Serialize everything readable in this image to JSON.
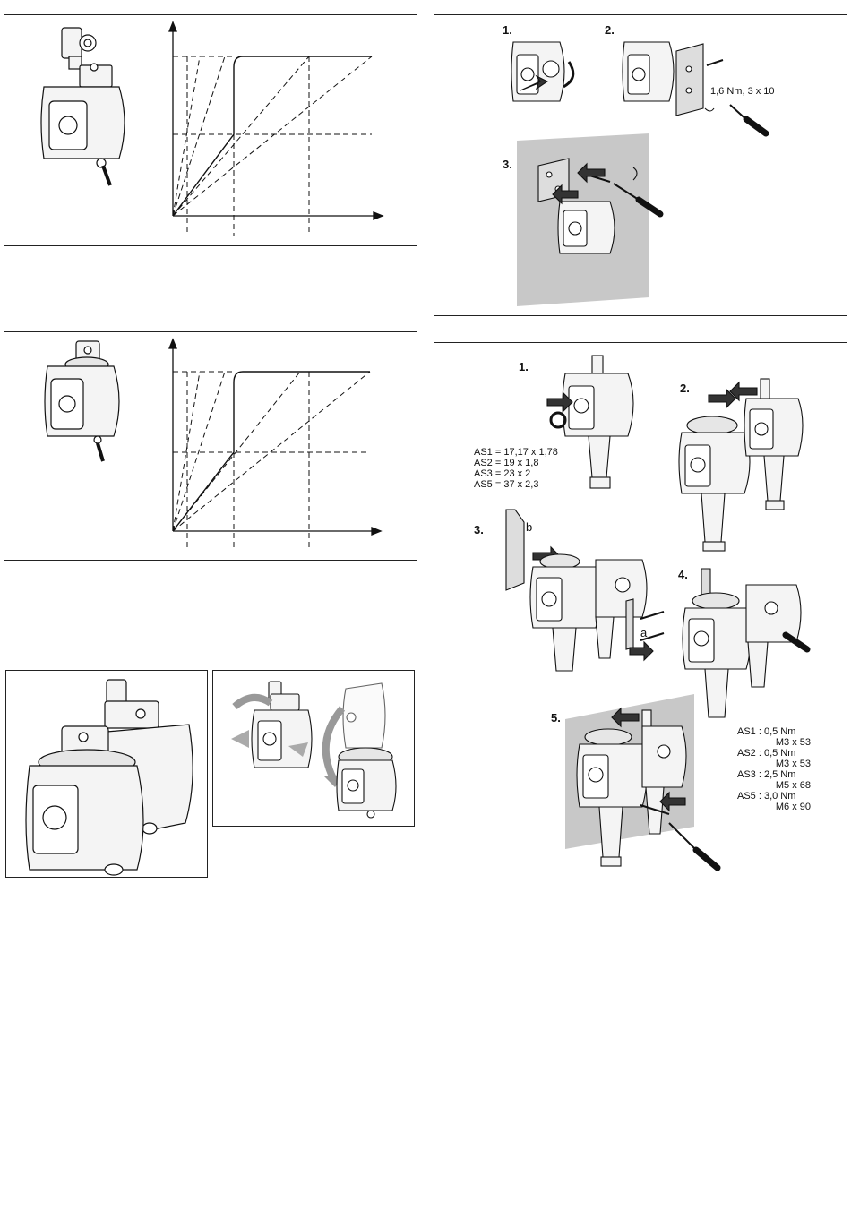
{
  "mounting_panel": {
    "steps": [
      "1.",
      "2.",
      "3."
    ],
    "torque_label": "1,6 Nm, 3 x 10"
  },
  "assembly_panel": {
    "steps": [
      "1.",
      "2.",
      "3.",
      "4.",
      "5."
    ],
    "oring_sizes": [
      "AS1 = 17,17 x 1,78",
      "AS2 = 19 x 1,8",
      "AS3 = 23 x 2",
      "AS5 = 37 x 2,3"
    ],
    "callouts": {
      "a": "a",
      "b": "b"
    },
    "torques": [
      {
        "size": "AS1 : 0,5 Nm",
        "screw": "M3 x 53"
      },
      {
        "size": "AS2 : 0,5 Nm",
        "screw": "M3 x 53"
      },
      {
        "size": "AS3 : 2,5 Nm",
        "screw": "M5 x 68"
      },
      {
        "size": "AS5 : 3,0 Nm",
        "screw": "M6 x 90"
      }
    ]
  },
  "colors": {
    "line": "#111111",
    "wall": "#c8c8c8",
    "arrow": "#333333",
    "body": "#f4f4f4"
  }
}
